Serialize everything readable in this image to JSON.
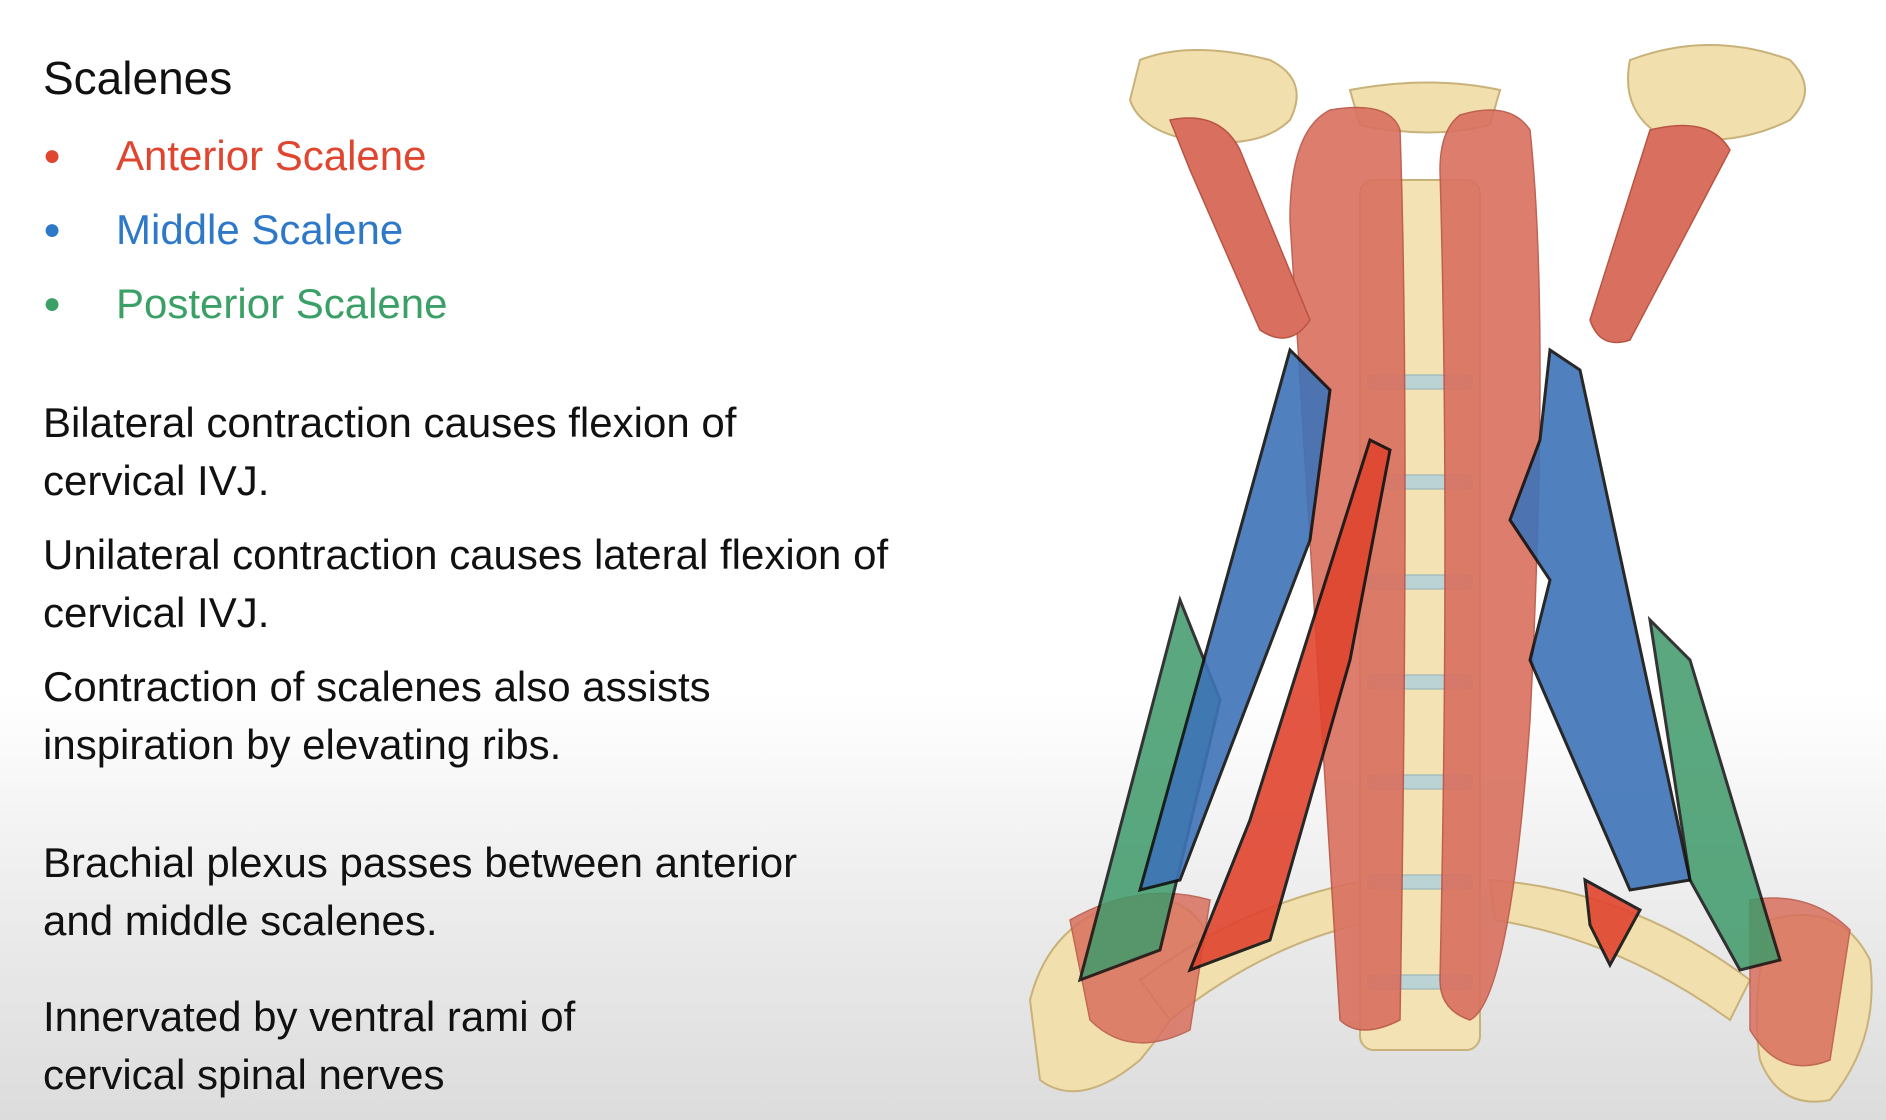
{
  "slide": {
    "title": "Scalenes",
    "bullets": [
      {
        "label": "Anterior Scalene",
        "color": "#e0452f"
      },
      {
        "label": "Middle Scalene",
        "color": "#2e78c8"
      },
      {
        "label": "Posterior Scalene",
        "color": "#3aa066"
      }
    ],
    "paragraphs": [
      "Bilateral contraction causes flexion of cervical IVJ.",
      "Unilateral contraction causes lateral flexion of cervical IVJ.",
      "Contraction of scalenes also assists inspiration by elevating ribs.",
      "Brachial plexus passes between anterior and middle scalenes.",
      "Innervated by ventral rami of cervical spinal nerves"
    ]
  },
  "figure": {
    "icon": "neck-muscles-illustration",
    "colors": {
      "anterior": "#e0452f",
      "middle": "#3e74b8",
      "posterior": "#3f9a6a",
      "muscle": "#d9705f",
      "bone": "#f1dfae"
    }
  }
}
